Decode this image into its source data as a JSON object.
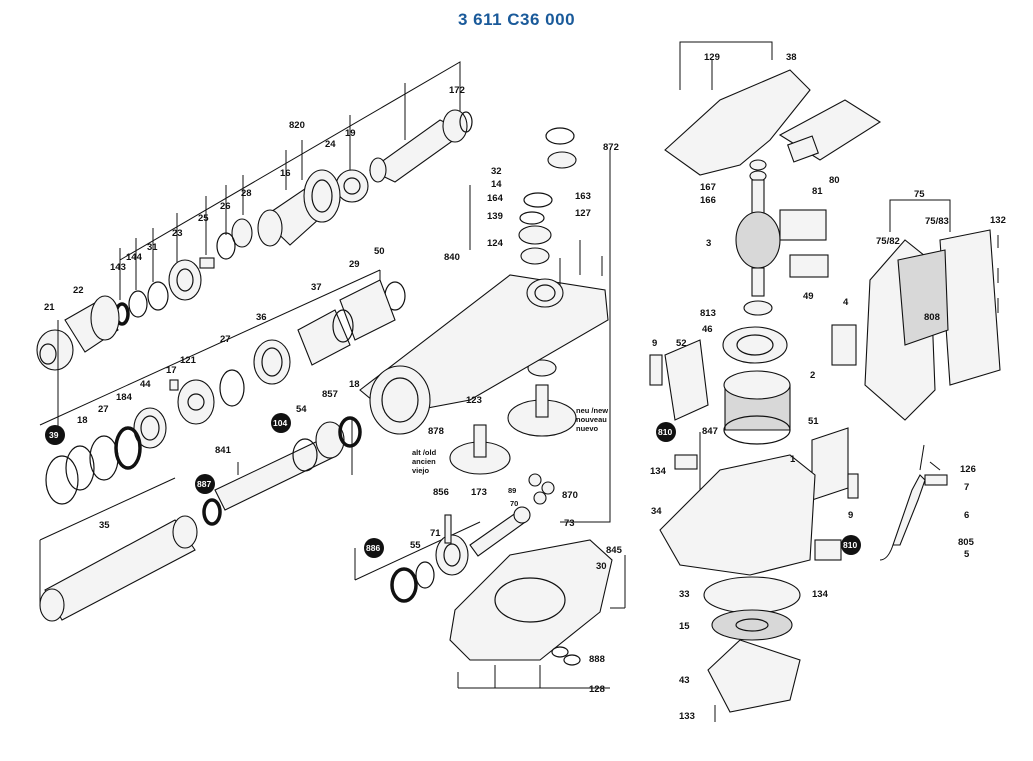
{
  "title": "3 611 C36 000",
  "labels": {
    "p172": "172",
    "p820": "820",
    "p19": "19",
    "p24": "24",
    "p16": "16",
    "p28": "28",
    "p26": "26",
    "p25": "25",
    "p23": "23",
    "p31": "31",
    "p144": "144",
    "p143": "143",
    "p22": "22",
    "p21": "21",
    "p50": "50",
    "p29": "29",
    "p37": "37",
    "p36": "36",
    "p27": "27",
    "p121": "121",
    "p17": "17",
    "p44": "44",
    "p184": "184",
    "p27b": "27",
    "p18": "18",
    "p39": "39",
    "p104": "104",
    "p54": "54",
    "p857": "857",
    "p18b": "18",
    "p841": "841",
    "p887": "887",
    "p35": "35",
    "p886": "886",
    "p55": "55",
    "p71": "71",
    "p856": "856",
    "p173": "173",
    "p870": "870",
    "p73": "73",
    "p845": "845",
    "p30": "30",
    "p888": "888",
    "p128": "128",
    "p878": "878",
    "p123": "123",
    "p840": "840",
    "p124": "124",
    "p139": "139",
    "p164": "164",
    "p14": "14",
    "p32": "32",
    "p872": "872",
    "p163": "163",
    "p127": "127",
    "p129": "129",
    "p38": "38",
    "p167": "167",
    "p166": "166",
    "p80": "80",
    "p81": "81",
    "p3": "3",
    "p49": "49",
    "p813": "813",
    "p46": "46",
    "p9": "9",
    "p52": "52",
    "p2": "2",
    "p51": "51",
    "p810": "810",
    "p847": "847",
    "p1": "1",
    "p134": "134",
    "p34": "34",
    "p9b": "9",
    "p810b": "810",
    "p134b": "134",
    "p33": "33",
    "p15": "15",
    "p43": "43",
    "p133": "133",
    "p75": "75",
    "p7583": "75/83",
    "p7582": "75/82",
    "p132": "132",
    "p4": "4",
    "p808": "808",
    "p126": "126",
    "p7": "7",
    "p6": "6",
    "p805": "805",
    "p5": "5",
    "p89": "89",
    "p70": "70"
  },
  "notes": {
    "alt_old": "alt /old",
    "ancien": "ancien",
    "viejo": "viejo",
    "neu_new": "neu /new",
    "nouveau": "nouveau",
    "nuevo": "nuevo"
  }
}
